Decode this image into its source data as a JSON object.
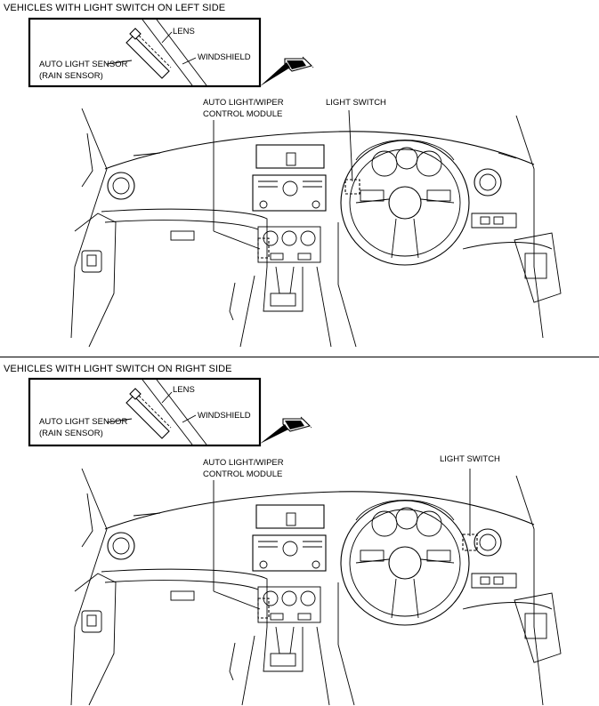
{
  "sections": [
    {
      "title": "VEHICLES WITH LIGHT SWITCH ON LEFT SIDE",
      "inset_labels": {
        "lens": "LENS",
        "sensor_line1": "AUTO LIGHT SENSOR",
        "sensor_line2": "(RAIN SENSOR)",
        "windshield": "WINDSHIELD"
      },
      "module_label_line1": "AUTO LIGHT/WIPER",
      "module_label_line2": "CONTROL MODULE",
      "light_switch_label": "LIGHT SWITCH"
    },
    {
      "title": "VEHICLES WITH LIGHT SWITCH ON RIGHT SIDE",
      "inset_labels": {
        "lens": "LENS",
        "sensor_line1": "AUTO LIGHT SENSOR",
        "sensor_line2": "(RAIN SENSOR)",
        "windshield": "WINDSHIELD"
      },
      "module_label_line1": "AUTO LIGHT/WIPER",
      "module_label_line2": "CONTROL MODULE",
      "light_switch_label": "LIGHT SWITCH"
    }
  ]
}
